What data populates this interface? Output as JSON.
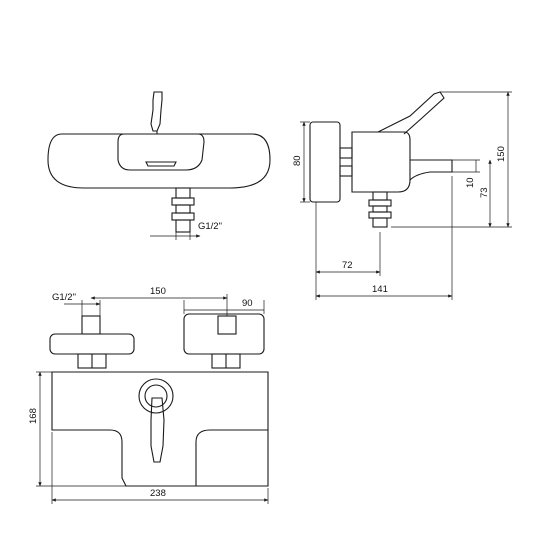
{
  "top_view": {
    "thread_label": "G1/2\""
  },
  "side_view": {
    "height_80": "80",
    "height_150": "150",
    "height_10": "10",
    "height_73": "73",
    "depth_72": "72",
    "depth_141": "141"
  },
  "front_view": {
    "thread_label": "G1/2\"",
    "width_150": "150",
    "width_90": "90",
    "height_168": "168",
    "width_238": "238"
  }
}
